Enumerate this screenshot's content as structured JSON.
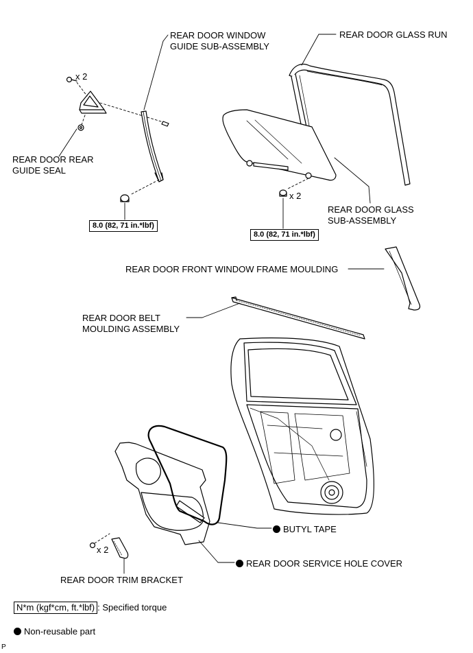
{
  "labels": {
    "window_guide": [
      "REAR DOOR WINDOW",
      "GUIDE SUB-ASSEMBLY"
    ],
    "glass_run": "REAR DOOR GLASS RUN",
    "rear_guide_seal": [
      "REAR DOOR REAR",
      "GUIDE SEAL"
    ],
    "glass_sub": [
      "REAR DOOR GLASS",
      "SUB-ASSEMBLY"
    ],
    "front_frame_moulding": "REAR DOOR FRONT WINDOW FRAME MOULDING",
    "belt_moulding": [
      "REAR DOOR BELT",
      "MOULDING ASSEMBLY"
    ],
    "butyl_tape": "BUTYL TAPE",
    "service_hole_cover": "REAR DOOR SERVICE HOLE COVER",
    "trim_bracket": "REAR DOOR TRIM BRACKET"
  },
  "quantities": {
    "seal_screw": "x 2",
    "glass_bolt": "x 2",
    "bracket_screw": "x 2"
  },
  "torque_specs": {
    "guide_bolt": "8.0 (82, 71 in.*lbf)",
    "glass_bolt": "8.0 (82, 71 in.*lbf)"
  },
  "legend": {
    "torque_unit": "N*m (kgf*cm, ft.*lbf)",
    "torque_text": ": Specified torque",
    "nonreusable_text": "Non-reusable part"
  },
  "corner_mark": "P"
}
